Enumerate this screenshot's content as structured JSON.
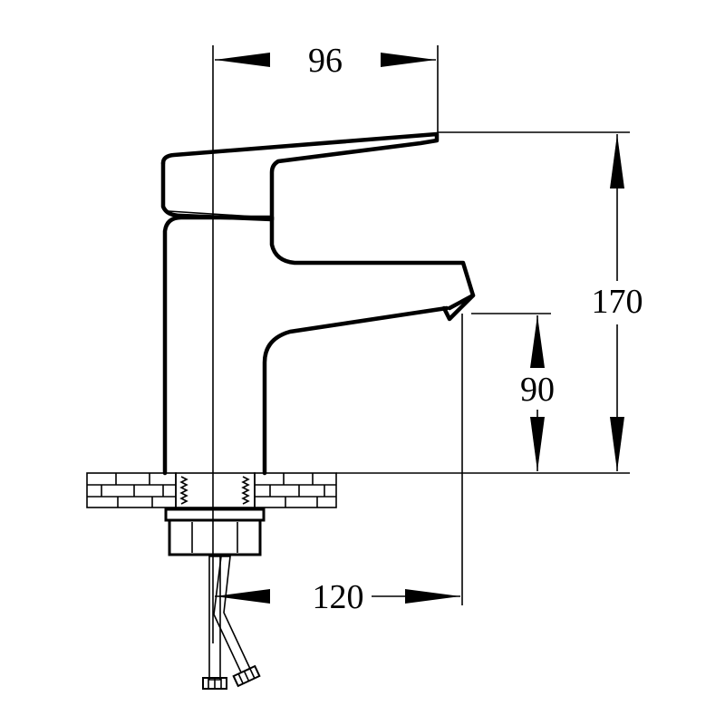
{
  "dimensions": {
    "handle_reach": "96",
    "total_height": "170",
    "spout_height": "90",
    "spout_reach": "120"
  }
}
